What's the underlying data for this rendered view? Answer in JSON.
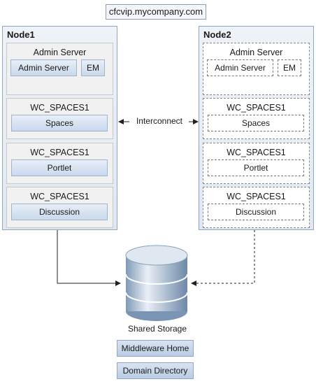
{
  "vip": "cfcvip.mycompany.com",
  "node1": {
    "title": "Node1",
    "admin": {
      "title": "Admin Server",
      "server": "Admin Server",
      "em": "EM"
    },
    "groups": [
      {
        "title": "WC_SPACES1",
        "app": "Spaces"
      },
      {
        "title": "WC_SPACES1",
        "app": "Portlet"
      },
      {
        "title": "WC_SPACES1",
        "app": "Discussion"
      }
    ]
  },
  "node2": {
    "title": "Node2",
    "admin": {
      "title": "Admin Server",
      "server": "Admin Server",
      "em": "EM"
    },
    "groups": [
      {
        "title": "WC_SPACES1",
        "app": "Spaces"
      },
      {
        "title": "WC_SPACES1",
        "app": "Portlet"
      },
      {
        "title": "WC_SPACES1",
        "app": "Discussion"
      }
    ]
  },
  "interconnect": "Interconnect",
  "storage": {
    "label": "Shared Storage",
    "items": [
      "Middleware Home",
      "Domain Directory"
    ]
  }
}
